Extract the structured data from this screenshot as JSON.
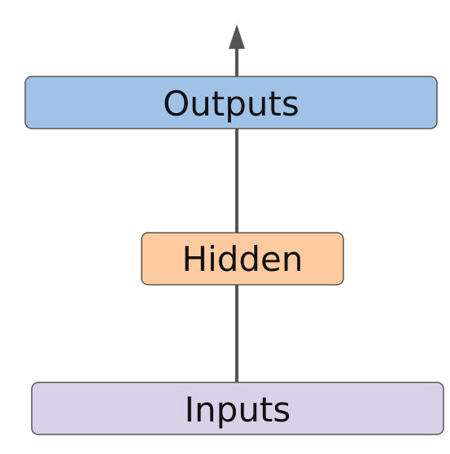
{
  "diagram": {
    "nodes": {
      "outputs": {
        "label": "Outputs",
        "fill": "#9fc2e6"
      },
      "hidden": {
        "label": "Hidden",
        "fill": "#fcca9e"
      },
      "inputs": {
        "label": "Inputs",
        "fill": "#d8d1e8"
      }
    },
    "edges": [
      {
        "from": "inputs",
        "to": "hidden"
      },
      {
        "from": "hidden",
        "to": "outputs"
      },
      {
        "from": "outputs",
        "to": "out"
      }
    ],
    "stroke": "#555555"
  }
}
